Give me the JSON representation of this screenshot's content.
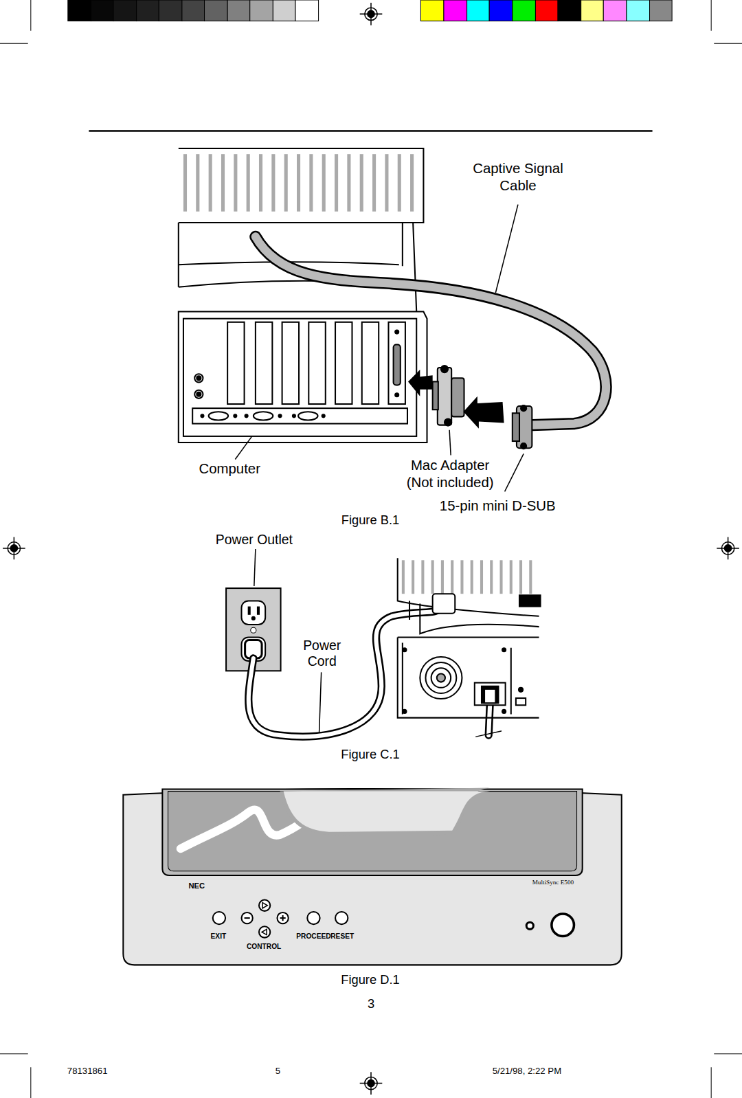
{
  "diagram": {
    "labels": [
      "Captive Signal Cable",
      "Computer",
      "Mac Adapter (Not included)",
      "15-pin mini D-SUB",
      "Figure B.1",
      "Power Outlet",
      "Power Cord",
      "Figure C.1",
      "NEC",
      "MultiSync E500",
      "EXIT",
      "CONTROL",
      "PROCEED",
      "RESET",
      "Figure D.1",
      "3",
      "78131861",
      "5",
      "5/21/98, 2:22 PM"
    ]
  }
}
